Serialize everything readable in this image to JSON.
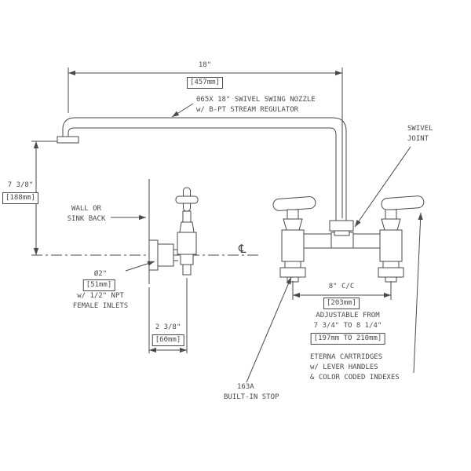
{
  "drawing": {
    "description": "Wall-mount mixing faucet with swing nozzle - dimensioned technical drawing",
    "line_color": "#4a4a4a",
    "labels": {
      "dim_nozzle_in": "18\"",
      "dim_nozzle_mm": "[457mm]",
      "nozzle_1": "065X 18\" SWIVEL SWING NOZZLE",
      "nozzle_2": "w/ B-PT STREAM REGULATOR",
      "swivel_1": "SWIVEL",
      "swivel_2": "JOINT",
      "dim_height_in": "7 3/8\"",
      "dim_height_mm": "[188mm]",
      "wall_1": "WALL OR",
      "wall_2": "SINK BACK",
      "inlet_1": "Ø2\"",
      "inlet_2": "[51mm]",
      "inlet_3": "w/ 1/2\" NPT",
      "inlet_4": "FEMALE INLETS",
      "dim_offset_in": "2 3/8\"",
      "dim_offset_mm": "[60mm]",
      "centerline_symbol": "℄",
      "dim_cc_in": "8\" C/C",
      "dim_cc_mm": "[203mm]",
      "adjustable_1": "ADJUSTABLE FROM",
      "adjustable_2": "7 3/4\" TO 8 1/4\"",
      "adjustable_3": "[197mm TO 210mm]",
      "cartridge_1": "ETERNA CARTRIDGES",
      "cartridge_2": "w/ LEVER HANDLES",
      "cartridge_3": "& COLOR CODED INDEXES",
      "stop_1": "163A",
      "stop_2": "BUILT-IN STOP"
    }
  }
}
